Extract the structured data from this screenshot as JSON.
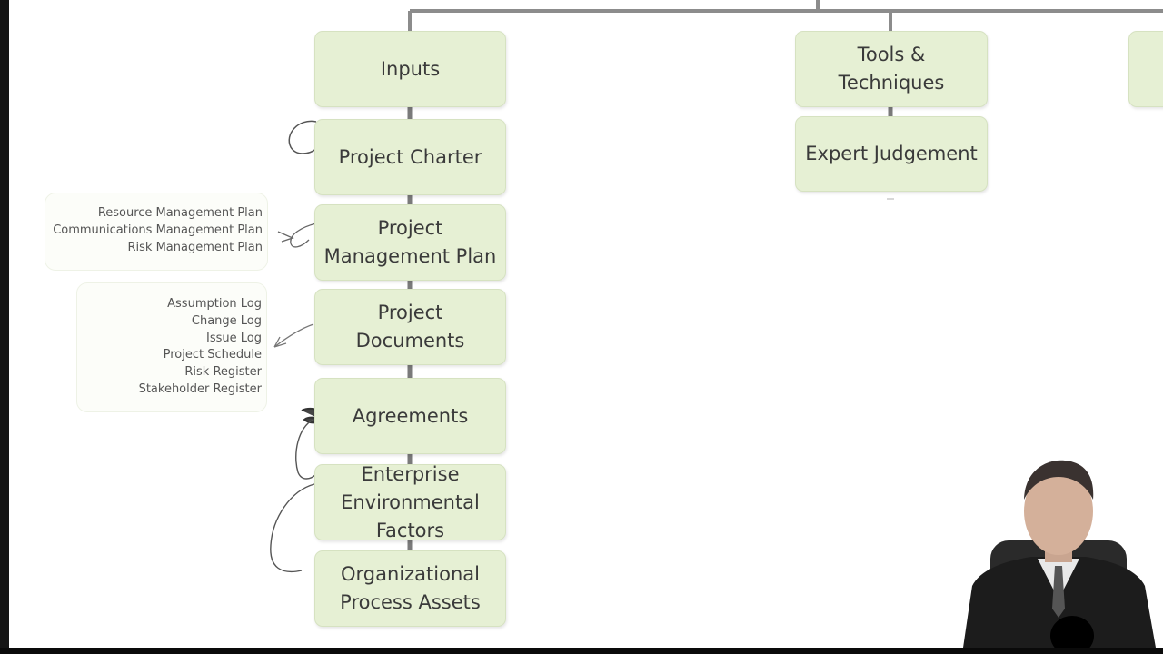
{
  "columns": {
    "inputs_header": "Inputs",
    "tools_header": "Tools &\nTechniques"
  },
  "inputs": [
    "Project Charter",
    "Project\nManagement Plan",
    "Project\nDocuments",
    "Agreements",
    "Enterprise\nEnvironmental\nFactors",
    "Organizational\nProcess Assets"
  ],
  "tools": [
    "Expert Judgement"
  ],
  "management_plan_components": [
    "Resource Management Plan",
    "Communications Management Plan",
    "Risk Management Plan"
  ],
  "project_documents_items": [
    "Assumption Log",
    "Change Log",
    "Issue Log",
    "Project Schedule",
    "Risk Register",
    "Stakeholder Register"
  ],
  "colors": {
    "box_fill": "#e6f0d4",
    "connector": "#8c8c8c",
    "text": "#3a3a3a",
    "background": "#ffffff"
  }
}
